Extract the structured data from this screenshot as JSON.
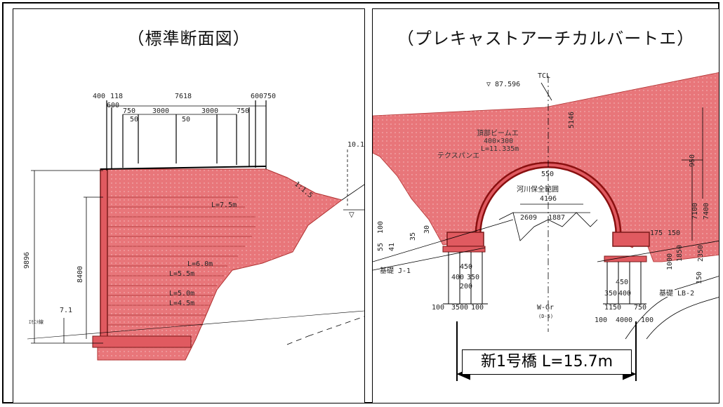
{
  "panels": {
    "left": {
      "title": "（標準断面図）",
      "dims": {
        "w400": "400",
        "w118": "118",
        "w7618": "7618",
        "w600r": "600",
        "w750r": "750",
        "w600l": "600",
        "w750l": "750",
        "w3000a": "3000",
        "w3000b": "3000",
        "w750m": "750",
        "s50a": "50",
        "s50b": "50",
        "h9896": "9896",
        "h8400": "8400",
        "e71": "7.1",
        "e101": "10.1",
        "slope": "1:1.5",
        "L75": "L=7.5m",
        "L60": "L=6.0m",
        "L55": "L=5.5m",
        "L50": "L=5.0m",
        "L45": "L=4.5m",
        "small": "ｴﾓﾆﾃ線"
      }
    },
    "right": {
      "title": "（プレキャストアーチカルバートエ）",
      "dims": {
        "elev": "▽ 87.596",
        "tcl": "TCL",
        "d5146": "5146",
        "beam1": "頂部ビームエ",
        "beam2": "400×300",
        "beam3": "L=11.335m",
        "texus": "テクスパンエ",
        "d550": "550",
        "river": "河川保全範囲",
        "d4196": "4196",
        "d2609": "2609",
        "d1887": "1887",
        "d7100": "7100",
        "d7400": "7400",
        "d950": "950",
        "d175": "175",
        "d150": "150",
        "d1850": "1850",
        "d2350": "2350",
        "d1000": "1000",
        "d150b": "150",
        "found1": "基礎 J-1",
        "found2": "基礎 LB-2",
        "d450": "450",
        "d400": "400",
        "d350": "350",
        "d200": "200",
        "d100a": "100",
        "d3500": "3500",
        "d100b": "100",
        "d100c": "100",
        "d4000": "4000",
        "d100d": "100",
        "d1150": "1150",
        "d750": "750",
        "d350r": "350",
        "d400r": "400",
        "d450r": "450",
        "wgr": "W-Gr",
        "wgr2": "(D-5)",
        "d55": "55",
        "d41": "41",
        "d35": "35",
        "d30": "30",
        "d100e": "100"
      },
      "span_label": "新1号橋 L=15.7m"
    }
  },
  "colors": {
    "fill_red": "#e8767a",
    "fill_red_light": "#f0a0a3",
    "arch_dark": "#8a1010",
    "line": "#222222"
  }
}
